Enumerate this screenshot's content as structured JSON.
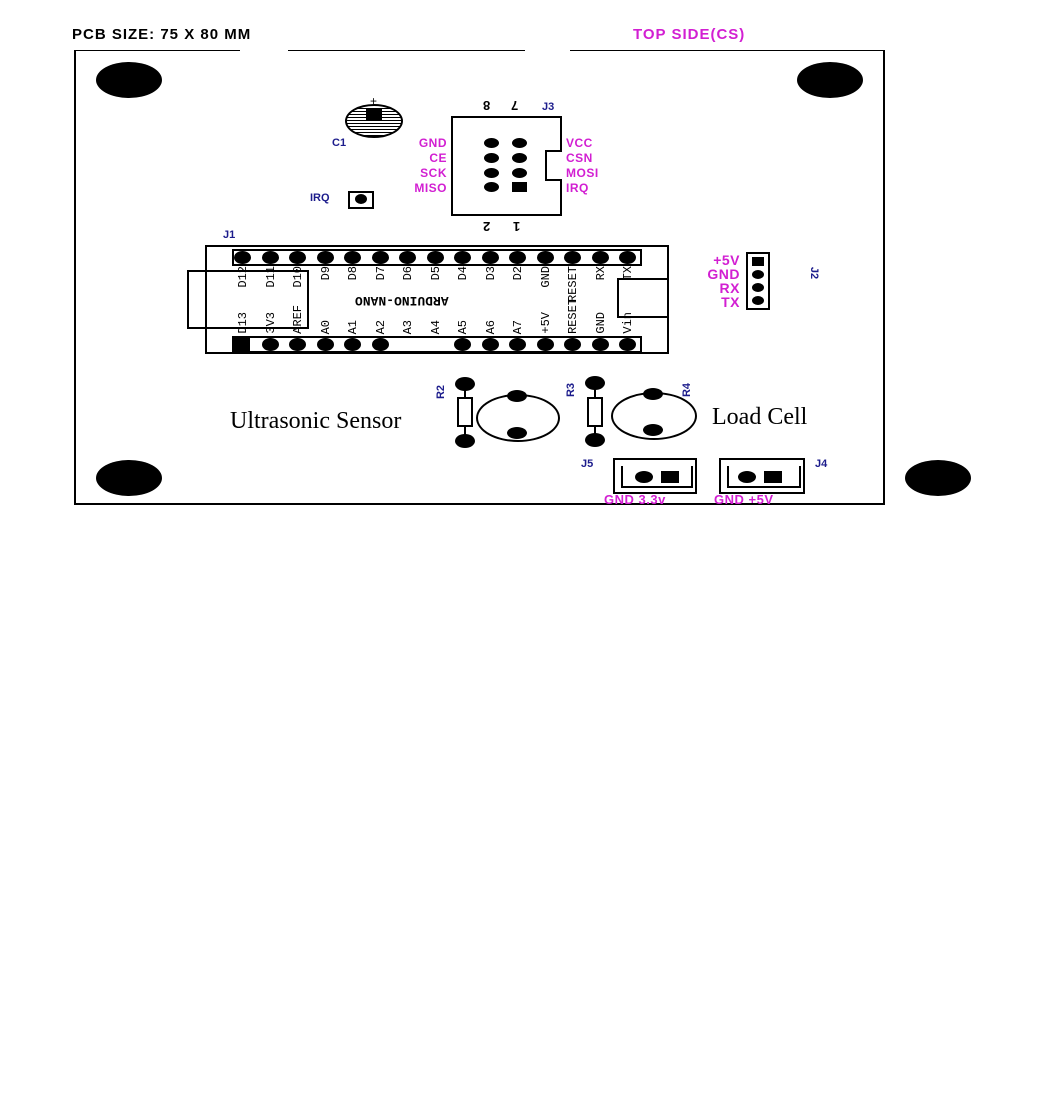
{
  "header": {
    "pcb_size": "PCB SIZE:  75 X 80 MM",
    "side": "TOP SIDE(CS)"
  },
  "components": {
    "c1": "C1",
    "irq": "IRQ",
    "j1": "J1",
    "j2": "J2",
    "j3": "J3",
    "j4": "J4",
    "j5": "J5",
    "r2": "R2",
    "r3": "R3",
    "r4": "R4"
  },
  "j3": {
    "top_pins": [
      "8",
      "7"
    ],
    "bottom_pins": [
      "2",
      "1"
    ],
    "left_labels": [
      "GND",
      "CE",
      "SCK",
      "MISO"
    ],
    "right_labels": [
      "VCC",
      "CSN",
      "MOSI",
      "IRQ"
    ]
  },
  "nano": {
    "name": "ARDUINO-NANO",
    "top_labels": [
      "D12",
      "D11",
      "D10",
      "D9",
      "D8",
      "D7",
      "D6",
      "D5",
      "D4",
      "D3",
      "D2",
      "GND",
      "RESET",
      "RX",
      "TX"
    ],
    "bottom_labels": [
      "D13",
      "3V3",
      "AREF",
      "A0",
      "A1",
      "A2",
      "A3",
      "A4",
      "A5",
      "A6",
      "A7",
      "+5V",
      "RESET",
      "GND",
      "Vin"
    ]
  },
  "j2": {
    "labels": [
      "+5V",
      "GND",
      "RX",
      "TX"
    ]
  },
  "sensors": {
    "ultrasonic": "Ultrasonic Sensor",
    "load_cell": "Load Cell"
  },
  "j5": {
    "label": "GND 3.3v"
  },
  "j4": {
    "label": "GND +5V"
  },
  "colors": {
    "accent": "#d21fd2",
    "ref": "#1c1c8c"
  }
}
